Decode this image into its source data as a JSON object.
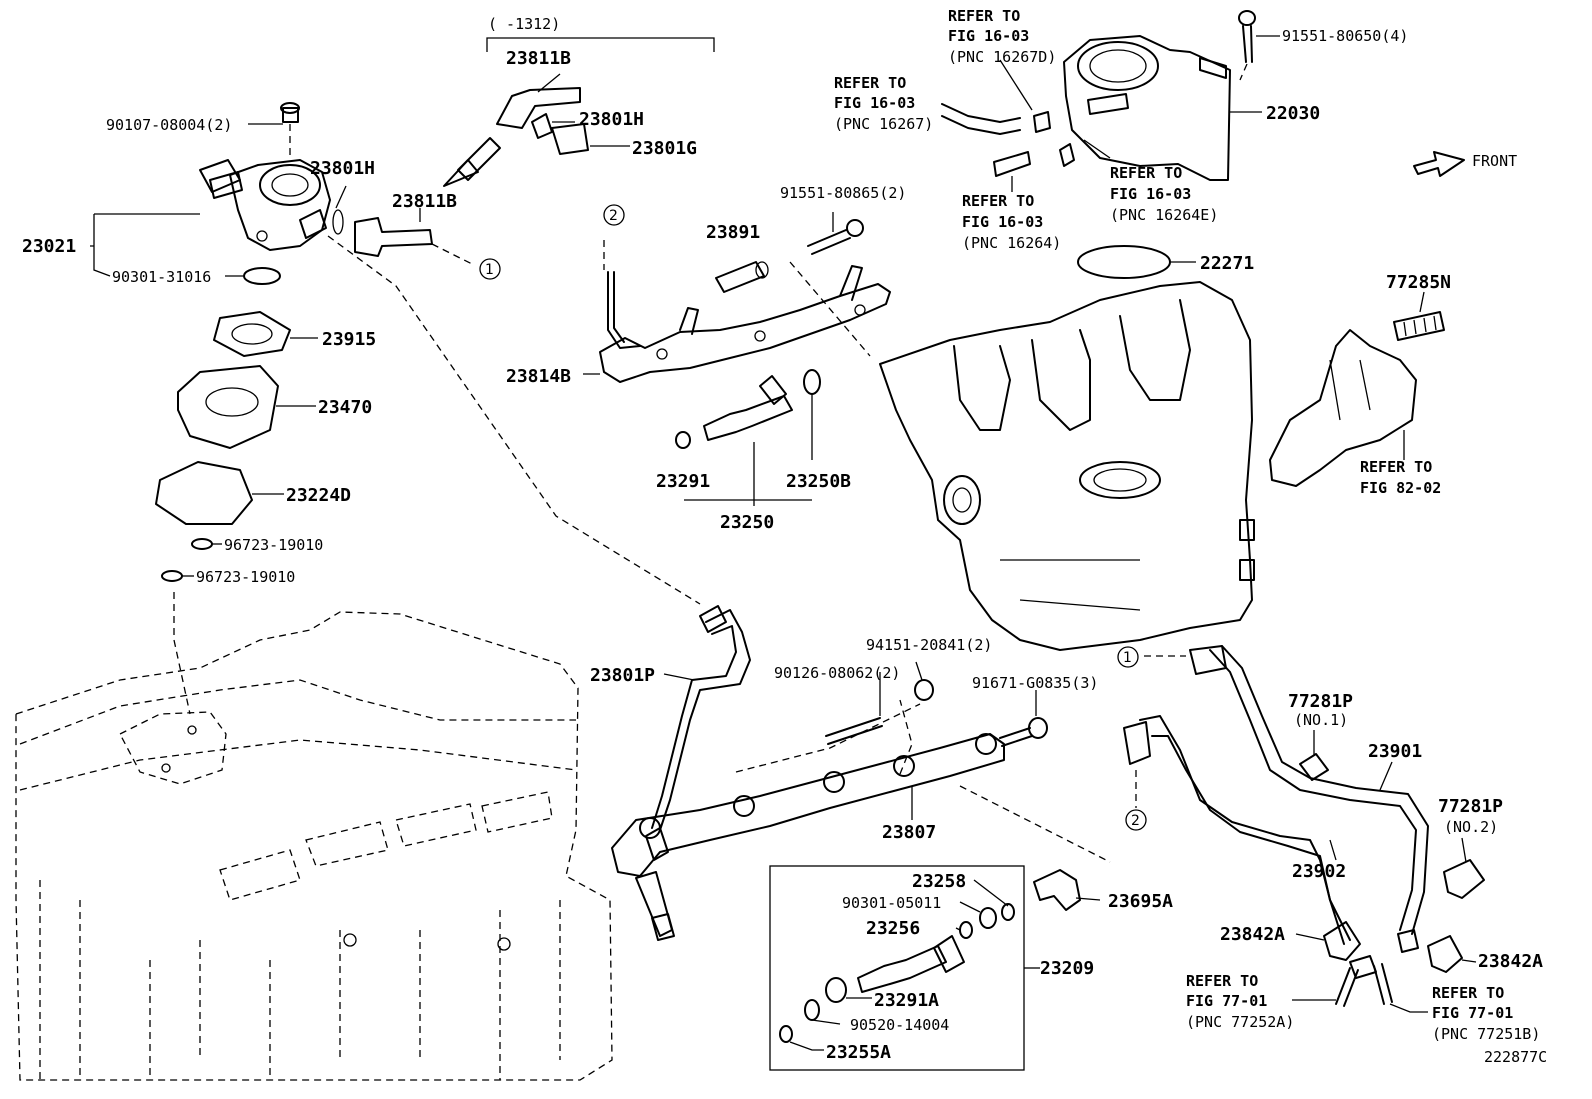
{
  "figure_code": "222877C",
  "direction_label": "FRONT",
  "date_bracket": "(      -1312)",
  "callouts": [
    "1",
    "2"
  ],
  "parts": {
    "p23811B_top": "23811B",
    "p23801H_top": "23801H",
    "p23801G": "23801G",
    "p90107": "90107-08004(2)",
    "p23801H_left": "23801H",
    "p23811B_mid": "23811B",
    "p23021": "23021",
    "p90301_31016": "90301-31016",
    "p23915": "23915",
    "p23470": "23470",
    "p23224D": "23224D",
    "p96723_a": "96723-19010",
    "p96723_b": "96723-19010",
    "p23891": "23891",
    "p91551_80865": "91551-80865(2)",
    "p23814B": "23814B",
    "p23291": "23291",
    "p23250B": "23250B",
    "p23250": "23250",
    "p91551_80650": "91551-80650(4)",
    "p22030": "22030",
    "p22271": "22271",
    "p77285N": "77285N",
    "p23801P": "23801P",
    "p94151": "94151-20841(2)",
    "p90126": "90126-08062(2)",
    "p91671": "91671-G0835(3)",
    "p23807": "23807",
    "p77281P_1": "77281P",
    "p77281P_1_note": "(NO.1)",
    "p23901": "23901",
    "p77281P_2": "77281P",
    "p77281P_2_note": "(NO.2)",
    "p23902": "23902",
    "p23842A_left": "23842A",
    "p23842A_right": "23842A",
    "p23258": "23258",
    "p90301_05011": "90301-05011",
    "p23256": "23256",
    "p23209": "23209",
    "p23291A": "23291A",
    "p90520": "90520-14004",
    "p23255A": "23255A",
    "p23695A": "23695A"
  },
  "references": {
    "r16267D": [
      "REFER TO",
      "FIG 16-03",
      "(PNC 16267D)"
    ],
    "r16267": [
      "REFER TO",
      "FIG 16-03",
      "(PNC 16267)"
    ],
    "r16264E": [
      "REFER TO",
      "FIG 16-03",
      "(PNC 16264E)"
    ],
    "r16264": [
      "REFER TO",
      "FIG 16-03",
      "(PNC 16264)"
    ],
    "r82_02": [
      "REFER TO",
      "FIG 82-02"
    ],
    "r77252A": [
      "REFER TO",
      "FIG 77-01",
      "(PNC 77252A)"
    ],
    "r77251B": [
      "REFER TO",
      "FIG 77-01",
      "(PNC 77251B)"
    ]
  }
}
